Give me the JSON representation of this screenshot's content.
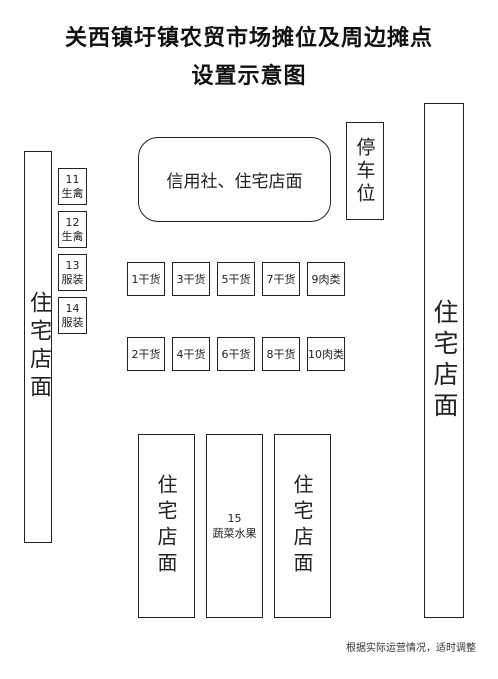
{
  "title_line1": "关西镇圩镇农贸市场摊位及周边摊点",
  "title_line2": "设置示意图",
  "left_residential": "住宅店面",
  "right_residential": "住宅店面",
  "credit_union": "信用社、住宅店面",
  "parking": "停车位",
  "side_stalls": [
    {
      "num": "11",
      "label": "生禽"
    },
    {
      "num": "12",
      "label": "生禽"
    },
    {
      "num": "13",
      "label": "服装"
    },
    {
      "num": "14",
      "label": "服装"
    }
  ],
  "row1_stalls": [
    "1干货",
    "3干货",
    "5干货",
    "7干货",
    "9肉类"
  ],
  "row2_stalls": [
    "2干货",
    "4干货",
    "6干货",
    "8干货",
    "10肉类"
  ],
  "bottom_left_residential": "住宅店面",
  "bottom_right_residential": "住宅店面",
  "produce_num": "15",
  "produce_label": "蔬菜水果",
  "note": "根据实际运营情况，适时调整"
}
